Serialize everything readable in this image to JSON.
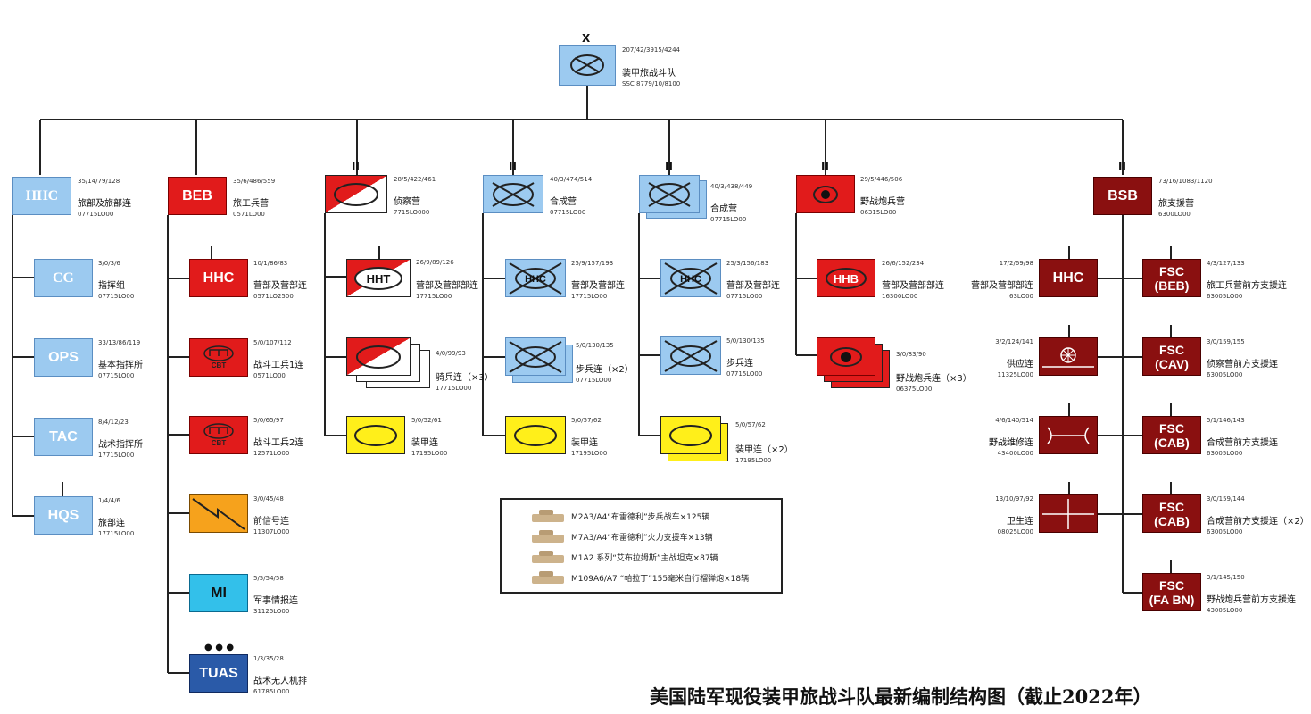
{
  "hq": {
    "echelon": "X",
    "name": "装甲旅战斗队",
    "num1": "207/42/3915/4244",
    "num2": "SSC 8779/10/8100"
  },
  "columns": [
    {
      "id": "c1",
      "echelon": "",
      "label": "HHC",
      "name": "旅部及旅部连",
      "num1": "35/14/79/128",
      "num2": "07715LO00"
    },
    {
      "id": "c2",
      "echelon": "",
      "label": "BEB",
      "name": "旅工兵营",
      "num1": "35/6/486/559",
      "num2": "0571LO00"
    },
    {
      "id": "c3",
      "echelon": "II",
      "label": "",
      "name": "侦察营",
      "num1": "28/5/422/461",
      "num2": "7715LO000"
    },
    {
      "id": "c4",
      "echelon": "II",
      "label": "",
      "name": "合成营",
      "num1": "40/3/474/514",
      "num2": "07715LO00"
    },
    {
      "id": "c5",
      "echelon": "II",
      "label": "",
      "name": "合成营",
      "num1": "40/3/438/449",
      "num2": "07715LO00"
    },
    {
      "id": "c6",
      "echelon": "II",
      "label": "",
      "name": "野战炮兵营",
      "num1": "29/5/446/506",
      "num2": "06315LO00"
    },
    {
      "id": "c7",
      "echelon": "II",
      "label": "BSB",
      "name": "旅支援营",
      "num1": "73/16/1083/1120",
      "num2": "6300LO00"
    }
  ],
  "col1": [
    {
      "label": "CG",
      "name": "指挥组",
      "num1": "3/0/3/6",
      "num2": "07715LO00"
    },
    {
      "label": "OPS",
      "name": "基本指挥所",
      "num1": "33/13/86/119",
      "num2": "07715LO00"
    },
    {
      "label": "TAC",
      "name": "战术指挥所",
      "num1": "8/4/12/23",
      "num2": "17715LO00"
    },
    {
      "label": "HQS",
      "name": "旅部连",
      "num1": "1/4/4/6",
      "num2": "17715LO00"
    }
  ],
  "col2": [
    {
      "label": "HHC",
      "name": "营部及营部连",
      "num1": "10/1/86/83",
      "num2": "0571LO2500"
    },
    {
      "label": "CBT",
      "name": "战斗工兵1连",
      "num1": "5/0/107/112",
      "num2": "0571LO00"
    },
    {
      "label": "CBT",
      "name": "战斗工兵2连",
      "num1": "5/0/65/97",
      "num2": "12571LO00"
    },
    {
      "label": "",
      "name": "前信号连",
      "num1": "3/0/45/48",
      "num2": "11307LO00"
    },
    {
      "label": "MI",
      "name": "军事情报连",
      "num1": "5/5/54/58",
      "num2": "31125LO00"
    },
    {
      "label": "TUAS",
      "name": "战术无人机排",
      "num1": "1/3/35/28",
      "num2": "61785LO00"
    }
  ],
  "col3": [
    {
      "label": "HHT",
      "name": "营部及营部部连",
      "num1": "26/9/89/126",
      "num2": "17715LO00"
    },
    {
      "label": "",
      "name": "骑兵连",
      "mult": "（×3）",
      "num1": "4/0/99/93",
      "num2": "17715LO00"
    },
    {
      "label": "",
      "name": "装甲连",
      "num1": "5/0/52/61",
      "num2": "17195LO00"
    }
  ],
  "col4": [
    {
      "label": "HHC",
      "name": "营部及营部连",
      "num1": "25/9/157/193",
      "num2": "17715LO00"
    },
    {
      "label": "",
      "name": "步兵连",
      "mult": "（×2）",
      "num1": "5/0/130/135",
      "num2": "07715LO00"
    },
    {
      "label": "",
      "name": "装甲连",
      "num1": "5/0/57/62",
      "num2": "17195LO00"
    }
  ],
  "col5": [
    {
      "label": "HHC",
      "name": "营部及营部连",
      "num1": "25/3/156/183",
      "num2": "07715LO00"
    },
    {
      "label": "",
      "name": "步兵连",
      "num1": "5/0/130/135",
      "num2": "07715LO00"
    },
    {
      "label": "",
      "name": "装甲连",
      "mult": "（×2）",
      "num1": "5/0/57/62",
      "num2": "17195LO00"
    }
  ],
  "col6": [
    {
      "label": "HHB",
      "name": "营部及营部部连",
      "num1": "26/6/152/234",
      "num2": "16300LO00"
    },
    {
      "label": "",
      "name": "野战炮兵连",
      "mult": "（×3）",
      "num1": "3/0/83/90",
      "num2": "06375LO00"
    }
  ],
  "col7left": [
    {
      "label": "HHC",
      "name": "营部及营部部连",
      "num1": "17/2/69/98",
      "num2": "63LO00"
    },
    {
      "label": "",
      "name": "供应连",
      "num1": "3/2/124/141",
      "num2": "11325LO00"
    },
    {
      "label": "",
      "name": "野战维修连",
      "num1": "4/6/140/514",
      "num2": "43400LO00"
    },
    {
      "label": "",
      "name": "卫生连",
      "num1": "13/10/97/92",
      "num2": "08025LO00"
    }
  ],
  "col7right": [
    {
      "label1": "FSC",
      "label2": "(BEB)",
      "name": "旅工兵营前方支援连",
      "num1": "4/3/127/133",
      "num2": "63005LO00"
    },
    {
      "label1": "FSC",
      "label2": "(CAV)",
      "name": "侦察营前方支援连",
      "num1": "3/0/159/155",
      "num2": "63005LO00"
    },
    {
      "label1": "FSC",
      "label2": "(CAB)",
      "name": "合成营前方支援连",
      "num1": "5/1/146/143",
      "num2": "63005LO00"
    },
    {
      "label1": "FSC",
      "label2": "(CAB)",
      "name": "合成营前方支援连",
      "mult": "（×2）",
      "num1": "3/0/159/144",
      "num2": "63005LO00"
    },
    {
      "label1": "FSC",
      "label2": "(FA BN)",
      "name": "野战炮兵营前方支援连",
      "num1": "3/1/145/150",
      "num2": "43005LO00"
    }
  ],
  "legend": [
    "M2A3/A4“布雷德利”步兵战车×125辆",
    "M7A3/A4“布雷德利”火力支援车×13辆",
    "M1A2 系列“艾布拉姆斯”主战坦克×87辆",
    "M109A6/A7 “帕拉丁”155毫米自行榴弹炮×18辆"
  ],
  "title": "美国陆军现役装甲旅战斗队最新编制结构图（截止2022年）"
}
